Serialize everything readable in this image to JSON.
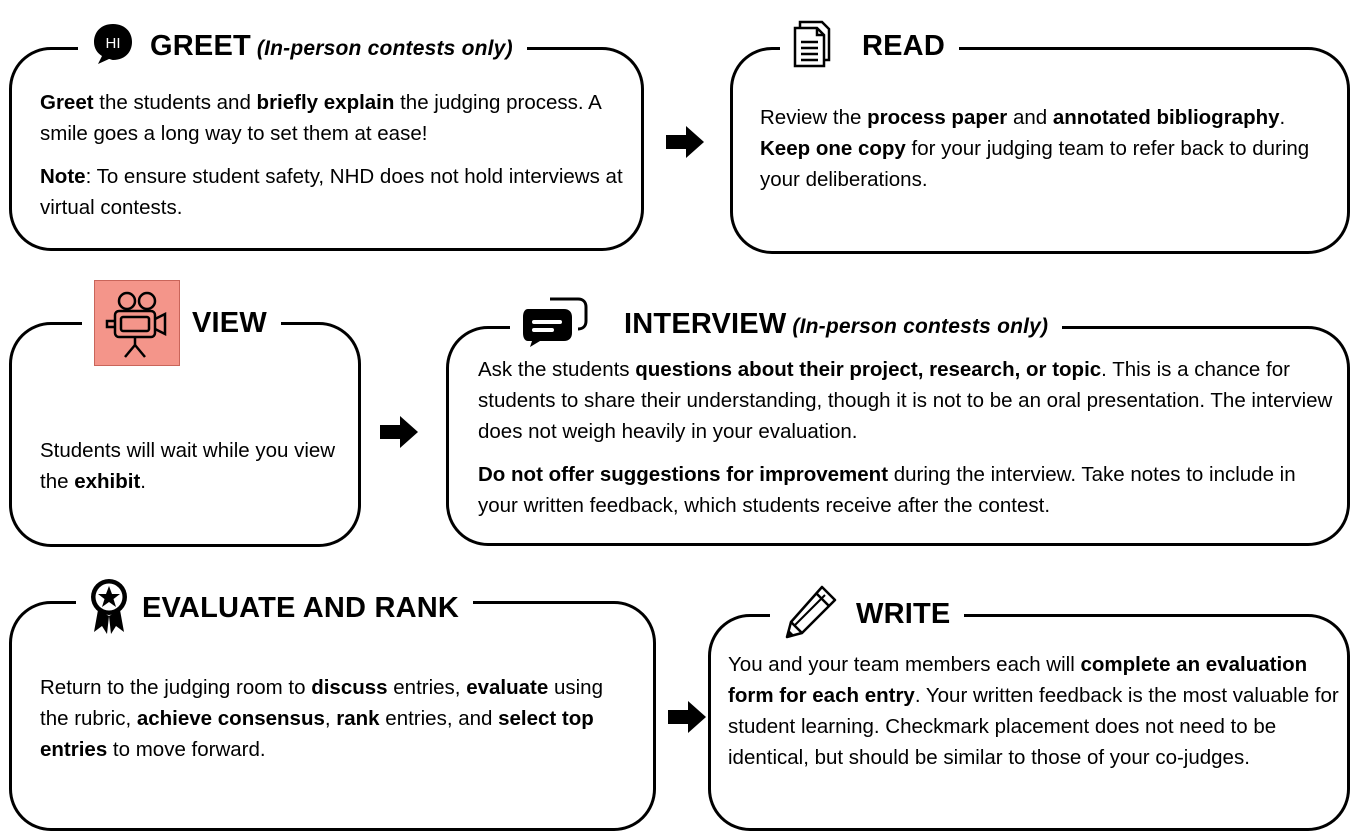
{
  "steps": {
    "greet": {
      "title": "GREET",
      "subtitle": "(In-person contests only)",
      "icon": "hi-speech-bubble-icon",
      "icon_text": "HI",
      "p1": [
        {
          "t": "Greet",
          "b": true
        },
        {
          "t": " the students and ",
          "b": false
        },
        {
          "t": "briefly explain",
          "b": true
        },
        {
          "t": " the judging process. A smile goes a long way to set them at ease!",
          "b": false
        }
      ],
      "p2": [
        {
          "t": "Note",
          "b": true
        },
        {
          "t": ": To ensure student safety, NHD does not hold interviews at virtual contests.",
          "b": false
        }
      ]
    },
    "read": {
      "title": "READ",
      "icon": "document-icon",
      "p1": [
        {
          "t": "Review the ",
          "b": false
        },
        {
          "t": "process paper",
          "b": true
        },
        {
          "t": " and ",
          "b": false
        },
        {
          "t": "annotated bibliography",
          "b": true
        },
        {
          "t": ". ",
          "b": false
        },
        {
          "t": "Keep one copy",
          "b": true
        },
        {
          "t": " for your judging team to refer back to during your deliberations.",
          "b": false
        }
      ]
    },
    "view": {
      "title": "VIEW",
      "icon": "movie-camera-icon",
      "icon_bg": "#f4958a",
      "p1": [
        {
          "t": "Students will wait while you view the ",
          "b": false
        },
        {
          "t": "exhibit",
          "b": true
        },
        {
          "t": ".",
          "b": false
        }
      ]
    },
    "interview": {
      "title": "INTERVIEW",
      "subtitle": "(In-person contests only)",
      "icon": "chat-bubbles-icon",
      "p1": [
        {
          "t": "Ask the students ",
          "b": false
        },
        {
          "t": "questions about their project, research, or topic",
          "b": true
        },
        {
          "t": ". This is a chance for students to share their understanding, though it is not to be an oral presentation. The interview does not weigh heavily in your evaluation.",
          "b": false
        }
      ],
      "p2": [
        {
          "t": "Do not offer suggestions for improvement",
          "b": true
        },
        {
          "t": " during the interview. Take notes to include in your written feedback, which students receive after the contest.",
          "b": false
        }
      ]
    },
    "evaluate": {
      "title": "EVALUATE AND RANK",
      "icon": "award-ribbon-icon",
      "p1": [
        {
          "t": "Return to the judging room to ",
          "b": false
        },
        {
          "t": "discuss",
          "b": true
        },
        {
          "t": " entries, ",
          "b": false
        },
        {
          "t": "evaluate",
          "b": true
        },
        {
          "t": " using the rubric, ",
          "b": false
        },
        {
          "t": "achieve consensus",
          "b": true
        },
        {
          "t": ", ",
          "b": false
        },
        {
          "t": "rank",
          "b": true
        },
        {
          "t": " entries, and ",
          "b": false
        },
        {
          "t": "select top entries",
          "b": true
        },
        {
          "t": " to move forward.",
          "b": false
        }
      ]
    },
    "write": {
      "title": "WRITE",
      "icon": "pencil-icon",
      "p1": [
        {
          "t": "You and your team members each will ",
          "b": false
        },
        {
          "t": "complete an evaluation form for each entry",
          "b": true
        },
        {
          "t": ". Your written feedback is the most valuable for student learning. Checkmark placement does not need to be identical, but should be similar to those of your co-judges.",
          "b": false
        }
      ]
    }
  }
}
